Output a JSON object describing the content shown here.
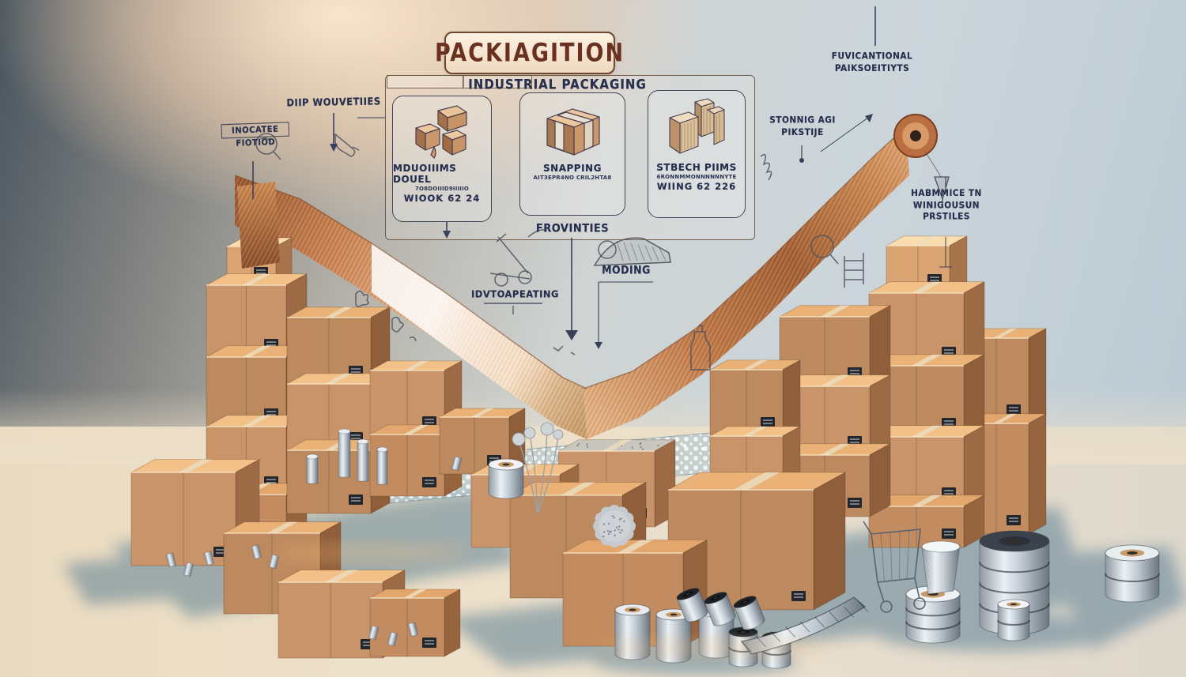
{
  "banner": {
    "title": "PACKIAGITION",
    "subtitle": "INDUSTRIAL PACKAGING"
  },
  "cards": [
    {
      "icon": "open-box-cubes-icon",
      "title": "MDUOIIIMS DOUEL",
      "subtext": "7O8DOIIID9IIIIIO",
      "code": "WIOOK 62 24"
    },
    {
      "icon": "strapped-box-icon",
      "title": "SNAPPING",
      "subtext": "AIT3EPR4NO CRIL2HTA8",
      "code": ""
    },
    {
      "icon": "stretch-film-stack-icon",
      "title": "STBECH PIIMS",
      "subtext": "6RONNMMONNNNNNYTE",
      "code": "WIING 62 226"
    }
  ],
  "annotations": {
    "drop_novelties": "DIIP WOUVETIIES",
    "indicator_line1": "INOCATEE",
    "indicator_line2": "FIOTIOD",
    "provisions": "FROVINTIES",
    "incorporating": "IDVTOAPEATING",
    "molding": "MODING",
    "functional_line1": "FUVICANTIONAL",
    "functional_line2": "PAIKSOEITIYTS",
    "stunning_line1": "STONNIG AGI",
    "stunning_line2": "PIKSTIJE",
    "harmonic_line1": "HABMMICE TN",
    "harmonic_line2": "WINIGOUSUN",
    "harmonic_line3": "PRSTILES"
  },
  "colors": {
    "banner_text": "#6b3120",
    "label_ink": "#262f4e",
    "panel_line": "#5c4834",
    "card_line": "#3f4659",
    "cardboard_front": "#c9946a",
    "cardboard_side": "#9c6b45",
    "cardboard_top": "#f3c187",
    "copper_ribbon": "#c57f4c",
    "shadow_blue": "#3f6d8a",
    "floor": "#eadbc0",
    "tape_roll_silver": "#c3ccd3"
  }
}
